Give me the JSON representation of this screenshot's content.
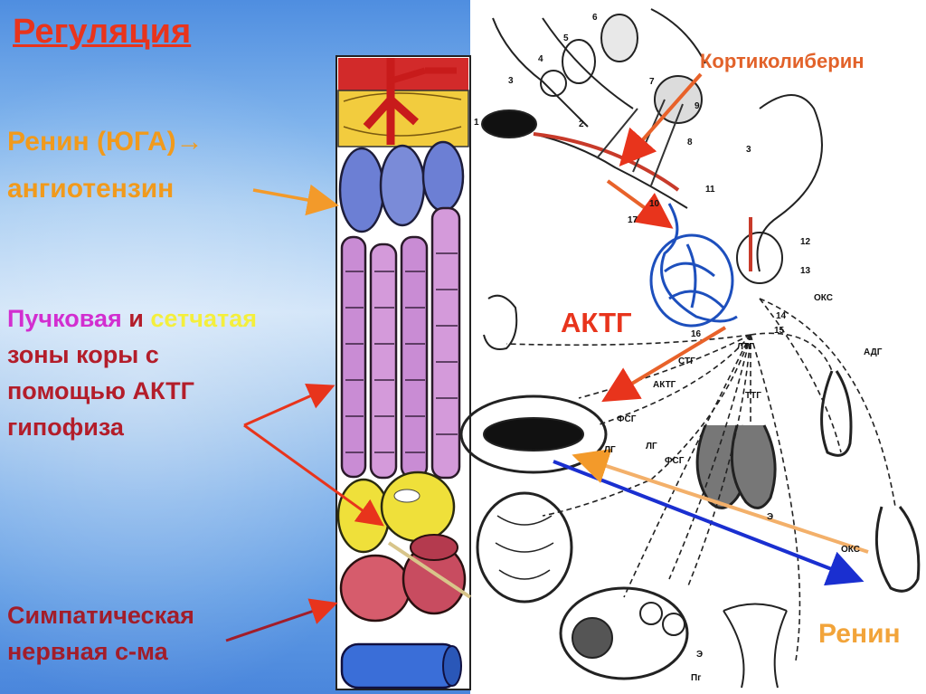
{
  "title": "Регуляция",
  "left_text": {
    "renin_line": "Ренин (ЮГА)→",
    "angiotensin_line": "ангиотензин",
    "zones_word1": "Пучковая",
    "zones_and": " и ",
    "zones_word2": "сетчатая",
    "zones_line2": "зоны коры с",
    "zones_line3": "помощью АКТГ",
    "zones_line4": "гипофиза",
    "sympathetic_line1": "Симпатическая",
    "sympathetic_line2": "нервная с-ма"
  },
  "diagram_labels": {
    "corticoliberin": "Кортиколиберин",
    "actg": "АКТГ",
    "renin": "Ренин",
    "numbers": [
      "1",
      "2",
      "3",
      "3",
      "4",
      "5",
      "6",
      "7",
      "8",
      "9",
      "10",
      "11",
      "12",
      "13",
      "14",
      "15",
      "16",
      "17"
    ],
    "hormones": [
      "СТГ",
      "ЛТГ",
      "АКТГ",
      "ТТГ",
      "ФСГ",
      "ЛГ",
      "ЛГ",
      "ФСГ",
      "ОКС",
      "АДГ",
      "ОКС",
      "Э",
      "Э",
      "Пг"
    ]
  },
  "colors": {
    "title": "#e8341c",
    "orange_text": "#f19a1c",
    "zones_text": "#b31d2a",
    "magenta": "#d22ed0",
    "yellow": "#f4ef3c",
    "arrow_orange": "#f39a2a",
    "arrow_blue": "#1a2fd0"
  }
}
